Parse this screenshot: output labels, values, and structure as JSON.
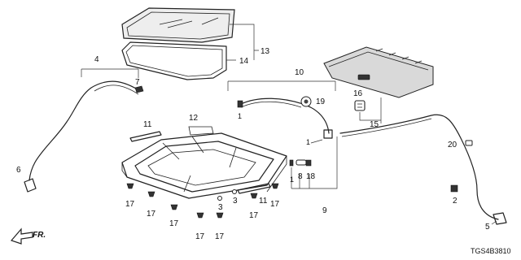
{
  "diagram": {
    "callouts": {
      "c1a": "1",
      "c1b": "1",
      "c1c": "1",
      "c2": "2",
      "c3a": "3",
      "c3b": "3",
      "c4": "4",
      "c5": "5",
      "c6": "6",
      "c7": "7",
      "c8": "8",
      "c9": "9",
      "c10": "10",
      "c11a": "11",
      "c11b": "11",
      "c12": "12",
      "c13": "13",
      "c14": "14",
      "c15": "15",
      "c16": "16",
      "c17a": "17",
      "c17b": "17",
      "c17c": "17",
      "c17d": "17",
      "c17e": "17",
      "c17f": "17",
      "c17g": "17",
      "c18": "18",
      "c19": "19",
      "c20": "20"
    },
    "direction_label": "FR.",
    "catalog_code": "TGS4B3810"
  }
}
